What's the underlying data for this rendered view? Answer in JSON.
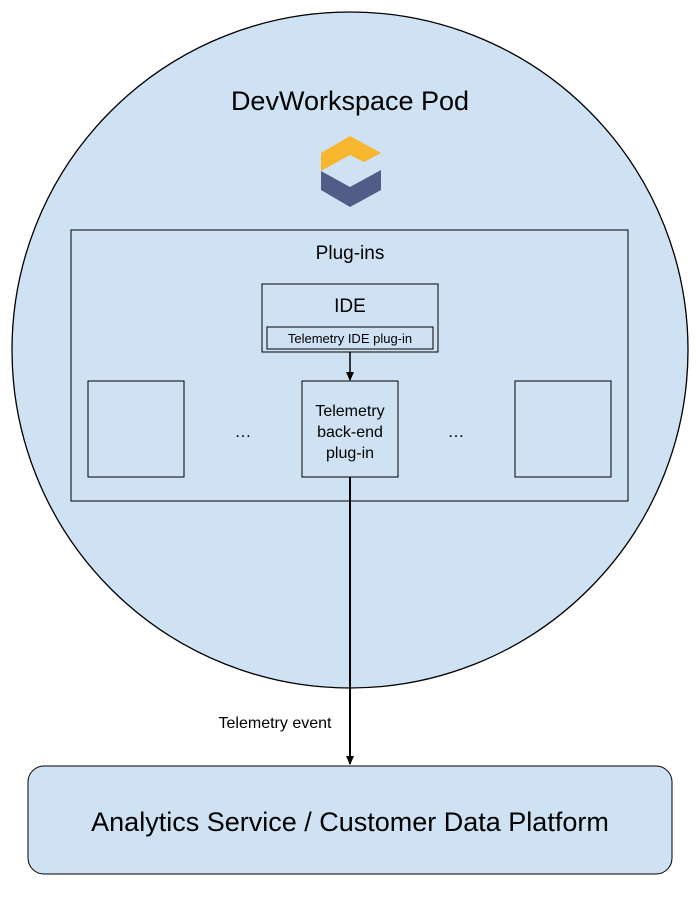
{
  "pod": {
    "title": "DevWorkspace Pod",
    "logo_colors": {
      "top": "#f8b52e",
      "bottom": "#525c86"
    }
  },
  "plugins": {
    "title": "Plug-ins",
    "ide": {
      "label": "IDE",
      "plugin_label": "Telemetry IDE plug-in"
    },
    "backend": {
      "lines": [
        "Telemetry",
        "back-end",
        "plug-in"
      ]
    },
    "ellipsis_left": "…",
    "ellipsis_right": "…"
  },
  "edge": {
    "label": "Telemetry event"
  },
  "analytics": {
    "label": "Analytics Service / Customer Data Platform"
  },
  "colors": {
    "fill": "#cfe2f3",
    "stroke": "#000000"
  }
}
